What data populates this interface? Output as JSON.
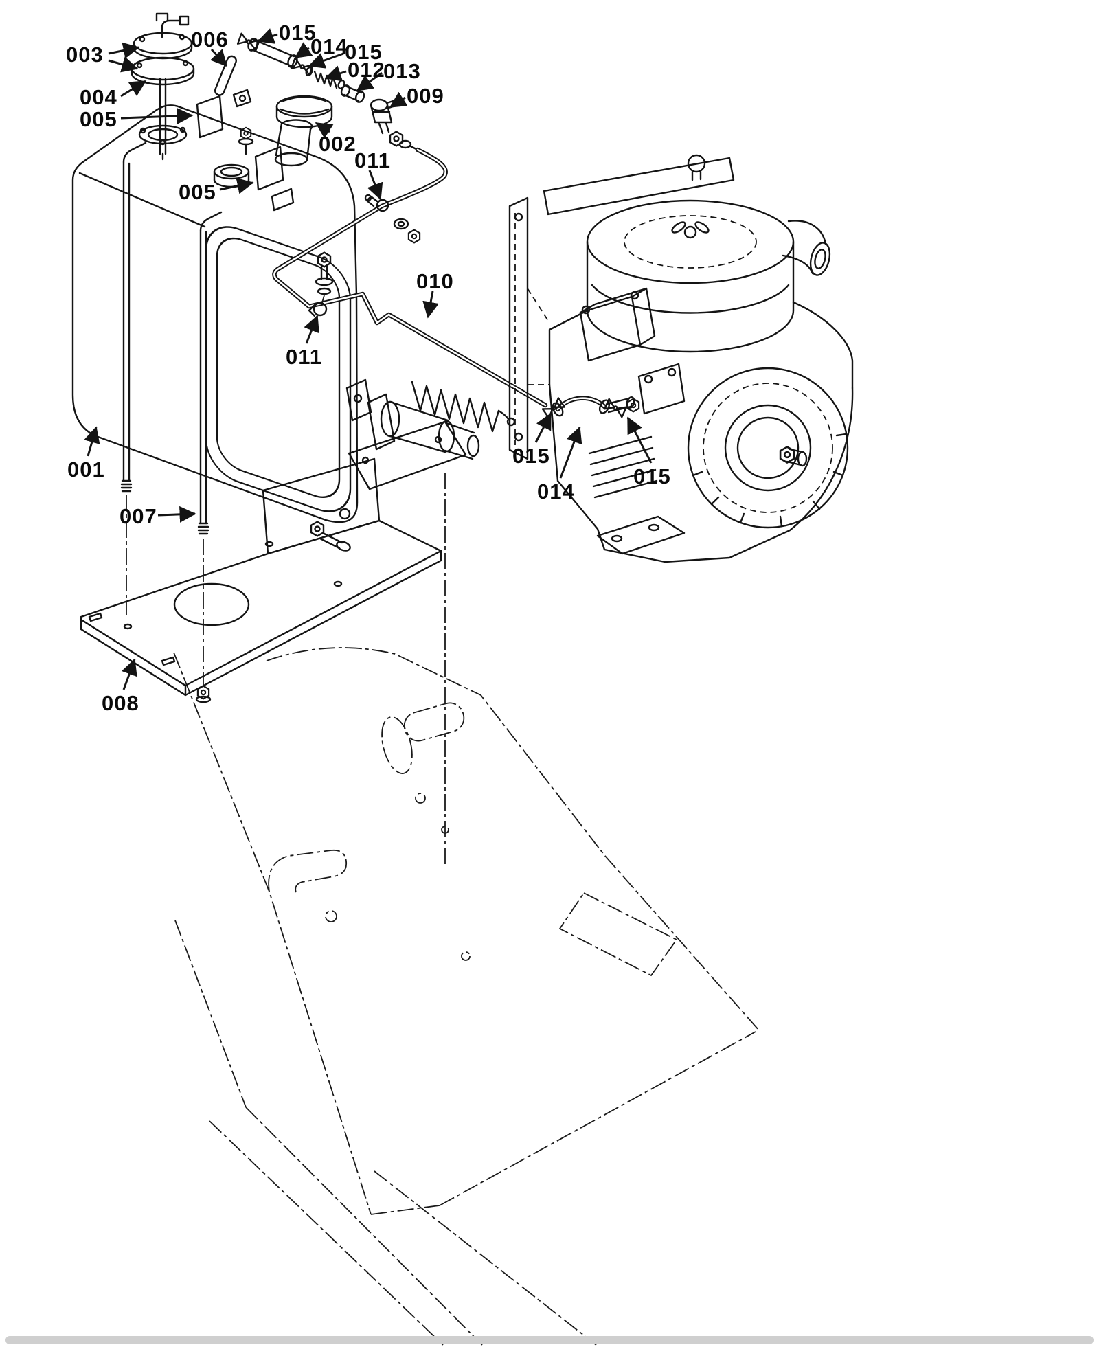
{
  "diagram": {
    "background_color": "#ffffff",
    "line_color": "#141414",
    "callouts": [
      {
        "text": "003"
      },
      {
        "text": "006"
      },
      {
        "text": "015"
      },
      {
        "text": "014"
      },
      {
        "text": "015"
      },
      {
        "text": "012"
      },
      {
        "text": "013"
      },
      {
        "text": "009"
      },
      {
        "text": "004"
      },
      {
        "text": "005"
      },
      {
        "text": "002"
      },
      {
        "text": "011"
      },
      {
        "text": "005"
      },
      {
        "text": "010"
      },
      {
        "text": "011"
      },
      {
        "text": "001"
      },
      {
        "text": "015"
      },
      {
        "text": "007"
      },
      {
        "text": "014"
      },
      {
        "text": "015"
      },
      {
        "text": "008"
      }
    ]
  }
}
